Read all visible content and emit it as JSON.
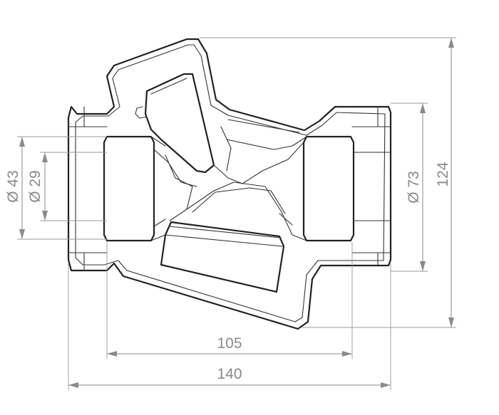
{
  "drawing": {
    "dimensions": {
      "overall_length": "140",
      "bore_span": "105",
      "overall_height": "124",
      "outer_diameter": "Ø 73",
      "port_outer_diameter": "Ø 43",
      "port_inner_diameter": "Ø 29"
    },
    "colors": {
      "outline": "#222222",
      "dimension": "#8a8a8a"
    }
  }
}
